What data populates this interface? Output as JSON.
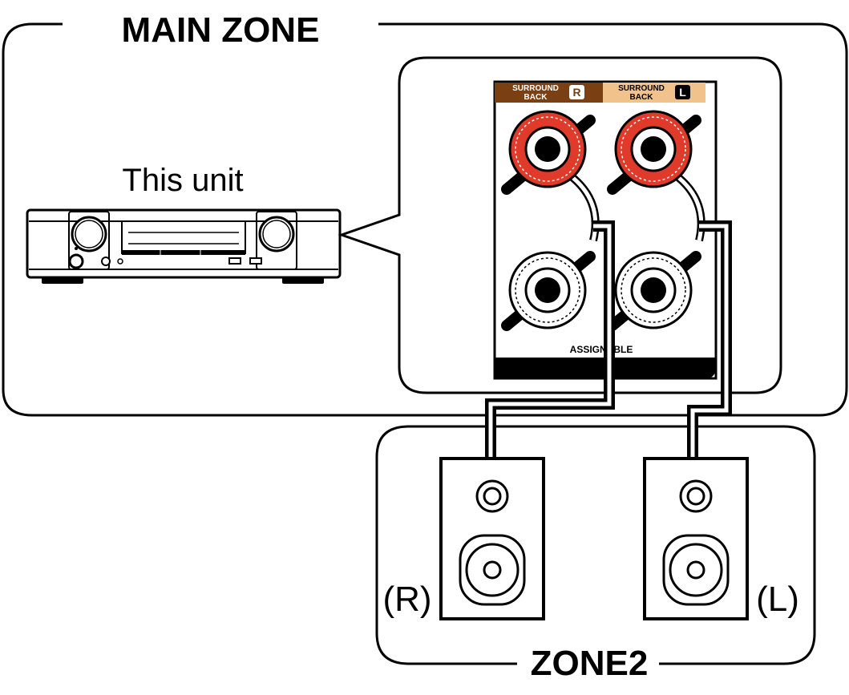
{
  "main_zone_label": "MAIN ZONE",
  "zone2_label": "ZONE2",
  "unit_label": "This unit",
  "terminal_right": {
    "line1": "SURROUND",
    "line2": "BACK",
    "badge": "R"
  },
  "terminal_left": {
    "line1": "SURROUND",
    "line2": "BACK",
    "badge": "L"
  },
  "assignable_label": "ASSIGNABLE",
  "speaker_right_label": "(R)",
  "speaker_left_label": "(L)",
  "colors": {
    "positive_terminal": "#e03a2a",
    "negative_terminal": "#ffffff",
    "header_right": "#7a3f12",
    "header_left": "#f2c28c",
    "line": "#000000"
  }
}
